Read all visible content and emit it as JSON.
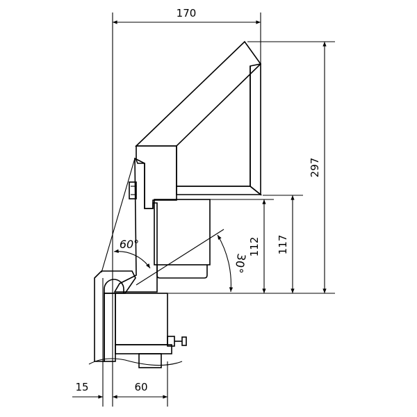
{
  "drawing": {
    "title": "Technical section drawing of a hinged hopper assembly with dimensions",
    "line_color": "#000000",
    "background": "#ffffff"
  },
  "dimensions": {
    "top_width": "170",
    "overall_height": "297",
    "height_117": "117",
    "height_112": "112",
    "bottom_left_offset": "15",
    "bottom_width": "60"
  },
  "angles": {
    "upper_angle": "60°",
    "right_angle": "30°"
  }
}
